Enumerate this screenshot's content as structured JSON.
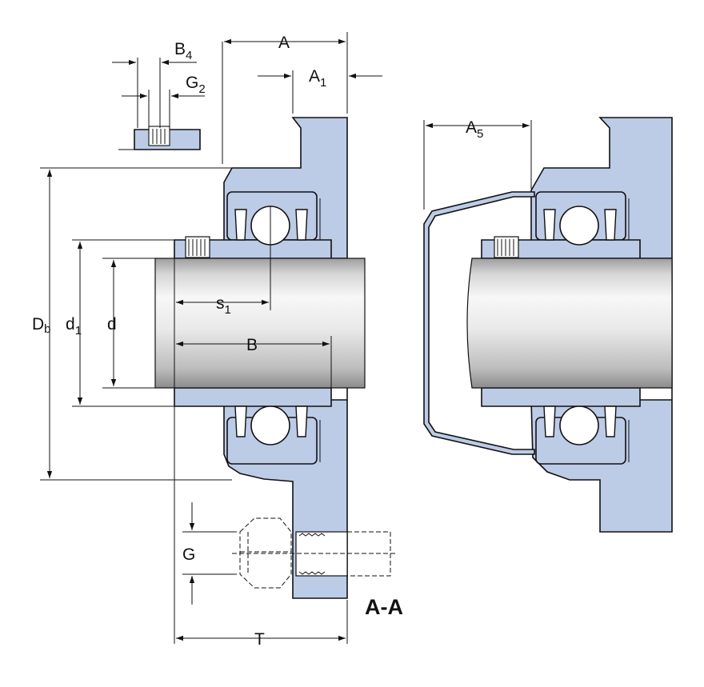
{
  "labels": {
    "A": "A",
    "A1_main": "A",
    "A1_sub": "1",
    "A5_main": "A",
    "A5_sub": "5",
    "B4_main": "B",
    "B4_sub": "4",
    "G2_main": "G",
    "G2_sub": "2",
    "Db_main": "D",
    "Db_sub": "b",
    "d1_main": "d",
    "d1_sub": "1",
    "d": "d",
    "s1_main": "s",
    "s1_sub": "1",
    "B": "B",
    "G": "G",
    "T": "T",
    "section": "A-A"
  },
  "colors": {
    "housing": "#bccbe6",
    "outline": "#111111",
    "shaft_light": "#f4f4f4",
    "shaft_dark": "#a9a9a9"
  },
  "icons": [
    "bearing-ball-icon",
    "set-screw-icon",
    "shaft-icon",
    "bolt-icon"
  ]
}
